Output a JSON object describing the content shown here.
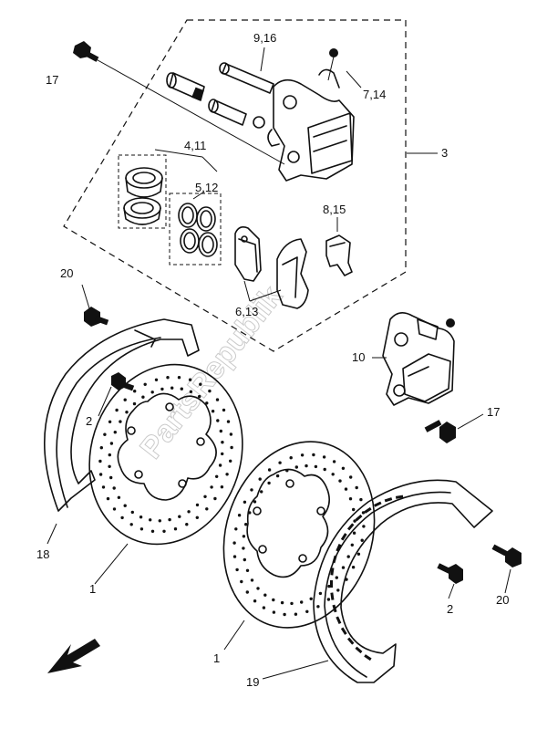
{
  "diagram": {
    "callouts": {
      "c_9_16": "9,16",
      "c_7_14": "7,14",
      "c_17_top": "17",
      "c_3": "3",
      "c_4_11": "4,11",
      "c_5_12": "5,12",
      "c_8_15": "8,15",
      "c_6_13": "6,13",
      "c_20_left": "20",
      "c_10": "10",
      "c_17_right": "17",
      "c_2_left": "2",
      "c_18": "18",
      "c_1_left": "1",
      "c_1_bottom": "1",
      "c_2_right": "2",
      "c_20_right": "20",
      "c_19": "19"
    },
    "watermark": "PartsRepublik"
  },
  "colors": {
    "ink": "#111111",
    "watermark": "#b9b9b9",
    "background": "#ffffff"
  },
  "icons": {
    "front_direction": "arrow-down-left-icon"
  }
}
